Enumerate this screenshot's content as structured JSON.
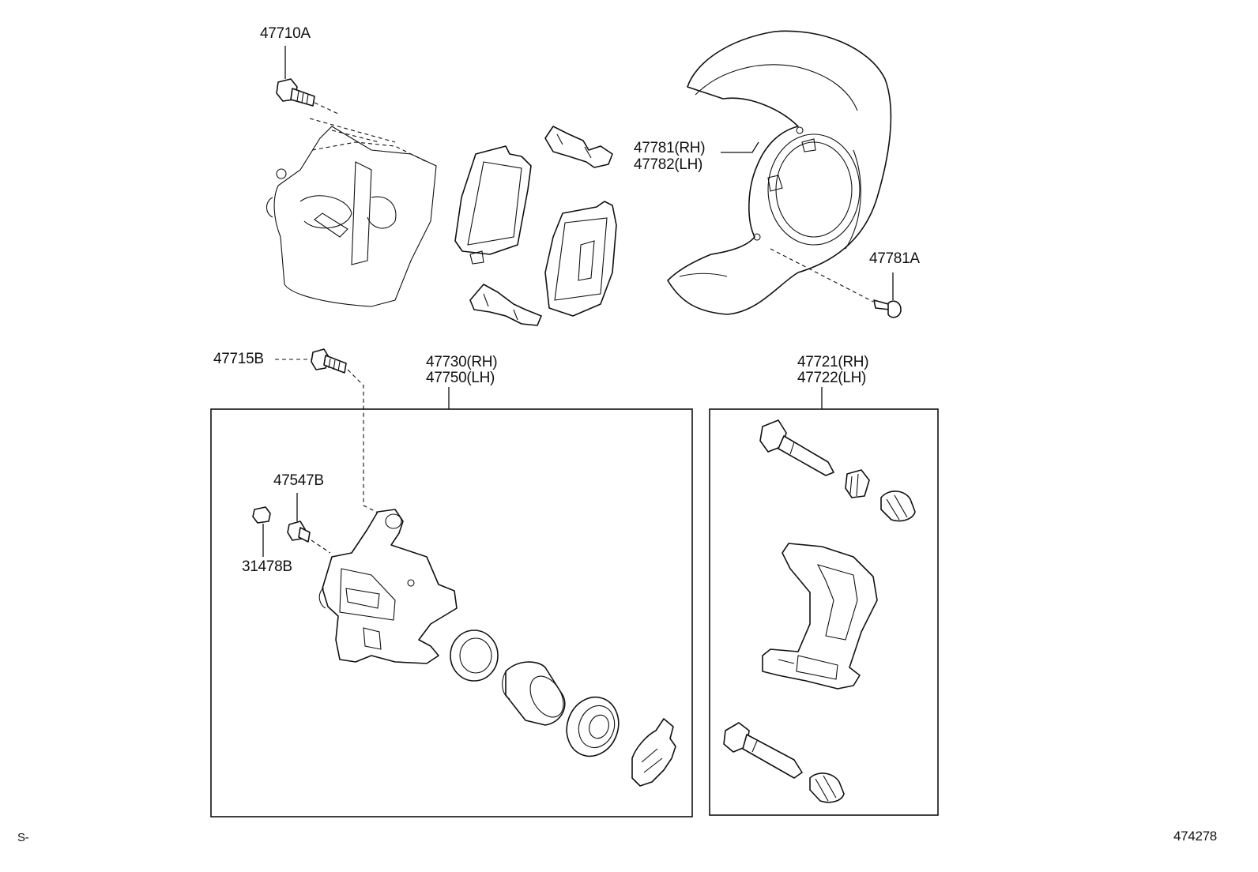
{
  "callouts": {
    "bolt_top": "47710A",
    "dust_cover_rh": "47781(RH)",
    "dust_cover_lh": "47782(LH)",
    "dust_cover_bolt": "47781A",
    "caliper_bolt": "47715B",
    "caliper_assy_rh": "47730(RH)",
    "caliper_assy_lh": "47750(LH)",
    "mounting_rh": "47721(RH)",
    "mounting_lh": "47722(LH)",
    "bleeder_plug": "47547B",
    "bleeder_cap": "31478B"
  },
  "footer": {
    "left_mark": "S-",
    "diagram_number": "474278"
  }
}
